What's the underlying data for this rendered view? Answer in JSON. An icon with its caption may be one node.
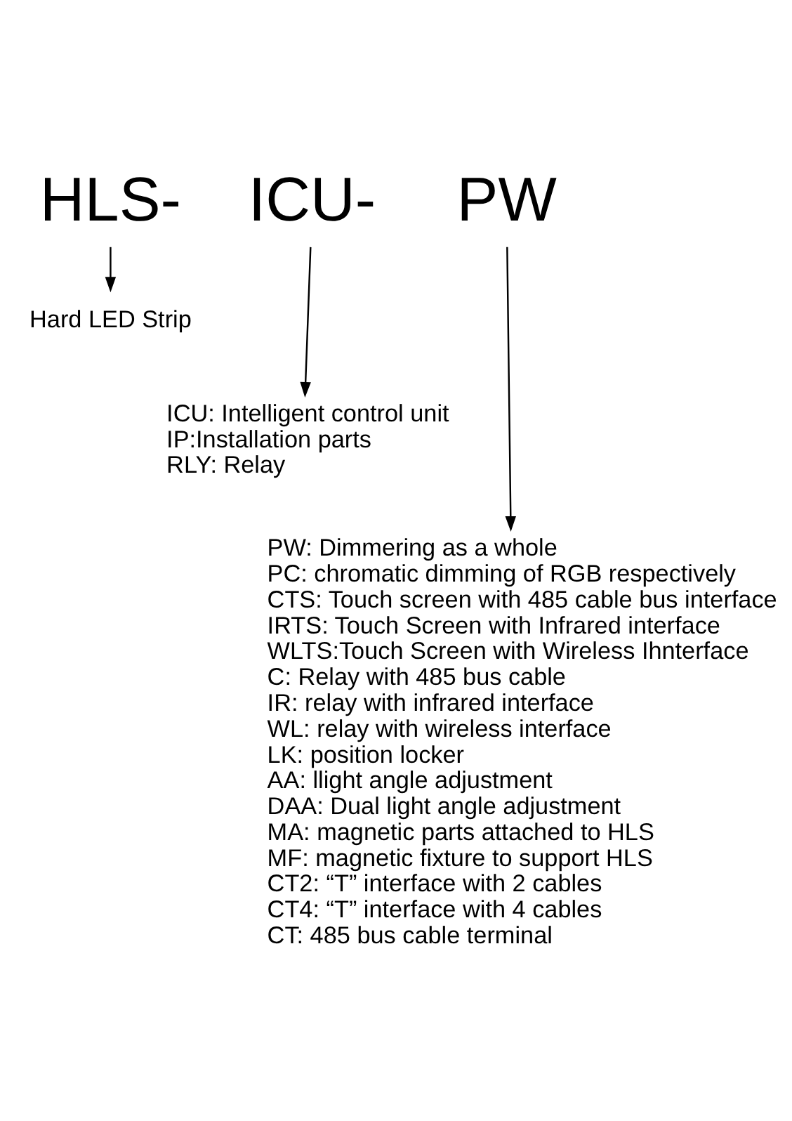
{
  "diagram": {
    "nodes": [
      {
        "text": [
          "HLS-"
        ]
      },
      {
        "text": [
          "ICU-"
        ]
      },
      {
        "text": [
          "PW"
        ]
      },
      {
        "text": [
          "Hard LED Strip"
        ]
      },
      {
        "text": [
          "ICU: Intelligent control unit",
          "IP:Installation parts",
          "RLY: Relay"
        ]
      },
      {
        "text": [
          "PW: Dimmering as a whole",
          "PC: chromatic dimming of RGB respectively",
          "CTS: Touch screen with 485 cable bus interface",
          "IRTS: Touch Screen with Infrared interface",
          "WLTS:Touch Screen with Wireless Ihnterface",
          "C: Relay with 485 bus cable",
          "IR: relay with infrared interface",
          "WL: relay with wireless interface",
          "LK: position locker",
          "AA: llight angle adjustment",
          "DAA: Dual light angle adjustment",
          "MA: magnetic parts attached to HLS",
          "MF: magnetic fixture to support HLS",
          "CT2: “T” interface with 2 cables",
          "CT4: “T” interface with 4 cables",
          "CT: 485 bus cable terminal"
        ]
      }
    ],
    "edges": [
      {
        "from": 0,
        "to": 3,
        "arrow": "to"
      },
      {
        "from": 1,
        "to": 4,
        "arrow": "to"
      },
      {
        "from": 2,
        "to": 5,
        "arrow": "to"
      }
    ]
  }
}
